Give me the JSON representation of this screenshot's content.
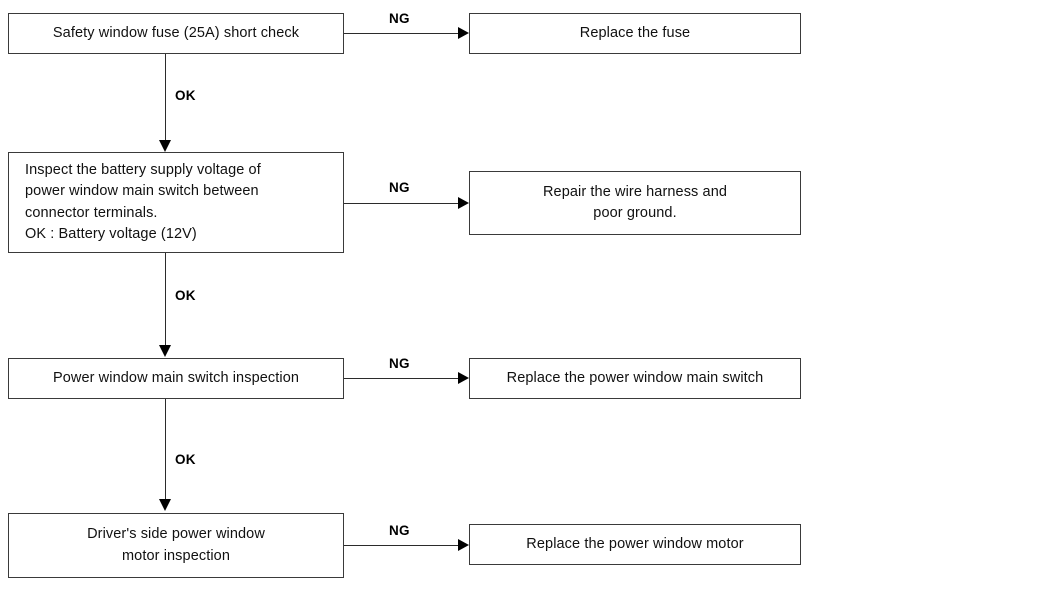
{
  "diagram": {
    "title": "Power window system troubleshooting flowchart",
    "type": "flowchart",
    "background_color": "#ffffff",
    "line_color": "#2b2b2b",
    "box_border_color": "#3a3a3a",
    "text_color": "#111111"
  },
  "steps": [
    {
      "id": "step1",
      "check": "Safety window fuse (25A) short check",
      "ng_label": "NG",
      "ng_result": "Replace the fuse",
      "ok_label": "OK"
    },
    {
      "id": "step2",
      "check": "Inspect the battery supply voltage of\npower window main switch between\nconnector terminals.\nOK : Battery voltage (12V)",
      "ng_label": "NG",
      "ng_result": "Repair the wire harness and\npoor ground.",
      "ok_label": "OK"
    },
    {
      "id": "step3",
      "check": "Power window main switch inspection",
      "ng_label": "NG",
      "ng_result": "Replace the power window main switch",
      "ok_label": "OK"
    },
    {
      "id": "step4",
      "check": "Driver's side power window\nmotor  inspection",
      "ng_label": "NG",
      "ng_result": "Replace the power window motor",
      "ok_label": ""
    }
  ]
}
